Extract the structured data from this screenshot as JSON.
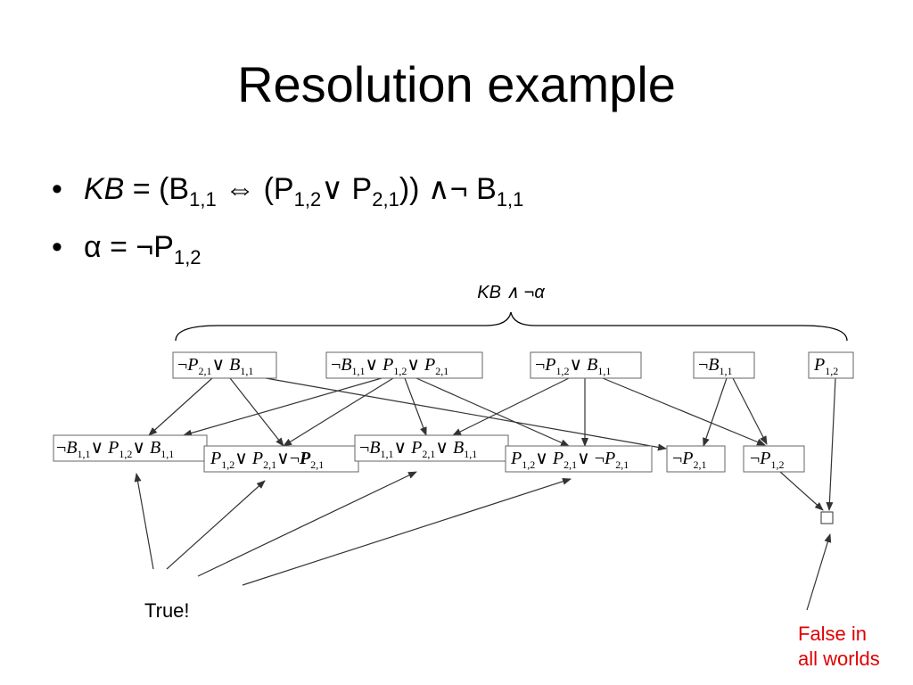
{
  "title": "Resolution example",
  "bullets": {
    "kb": {
      "lhs": "KB",
      "eq": " = (B",
      "s1": "1,1",
      "iff": " ⇔ (P",
      "s2": "1,2",
      "or": "∨ P",
      "s3": "2,1",
      "close": ")) ∧¬ B",
      "s4": "1,1"
    },
    "alpha": {
      "prefix": "α = ",
      "neg": "¬P",
      "s1": "1,2"
    }
  },
  "brace_label": "KB ∧ ¬α",
  "top_clauses": [
    {
      "id": "c1",
      "text": "¬P2,1∨ B1,1"
    },
    {
      "id": "c2",
      "text": "¬B1,1∨ P1,2∨ P2,1"
    },
    {
      "id": "c3",
      "text": "¬P1,2∨ B1,1"
    },
    {
      "id": "c4",
      "text": "¬B1,1"
    },
    {
      "id": "c5",
      "text": "P1,2"
    }
  ],
  "resolvents": [
    {
      "id": "r1",
      "text": "¬B1,1∨ P1,2∨ B1,1"
    },
    {
      "id": "r2",
      "text": "P1,2∨ P2,1∨¬P2,1"
    },
    {
      "id": "r3",
      "text": "¬B1,1∨ P2,1∨ B1,1"
    },
    {
      "id": "r4",
      "text": "P1,2∨ P2,1∨ ¬P2,1"
    },
    {
      "id": "r5",
      "text": "¬P2,1"
    },
    {
      "id": "r6",
      "text": "¬P1,2"
    }
  ],
  "annotations": {
    "true_label": "True!",
    "false_label": "False in\nall worlds"
  }
}
